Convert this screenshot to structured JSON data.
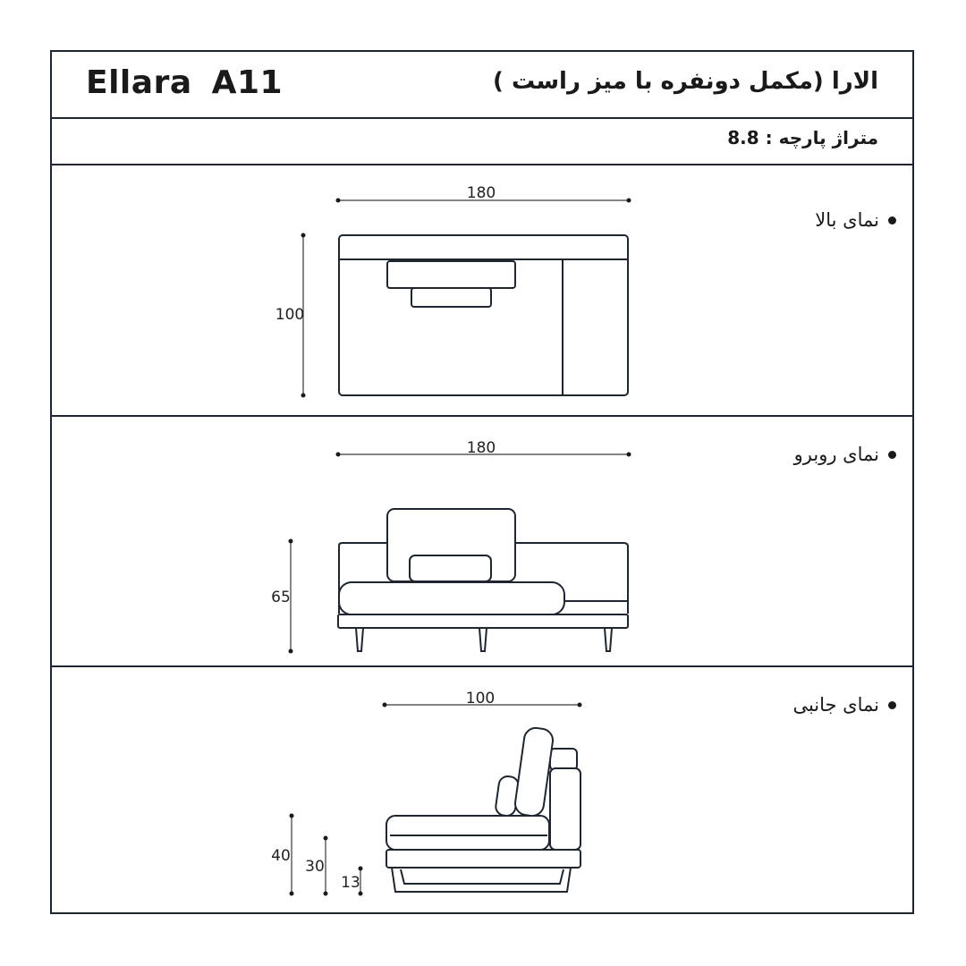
{
  "header": {
    "brand": "Ellara",
    "code": "A11",
    "title_fa": "الارا (مکمل دونفره با میز راست )",
    "fabric_fa": "متراژ پارچه : 8.8"
  },
  "views": {
    "top": {
      "label": "نمای بالا",
      "width_dim": "180",
      "depth_dim": "100"
    },
    "front": {
      "label": "نمای روبرو",
      "width_dim": "180",
      "height_dim": "65"
    },
    "side": {
      "label": "نمای جانبی",
      "depth_dim": "100",
      "height_dim": "40",
      "seat_dim": "30",
      "base_dim": "13"
    }
  },
  "colors": {
    "line": "#1f2630",
    "background": "#ffffff"
  }
}
